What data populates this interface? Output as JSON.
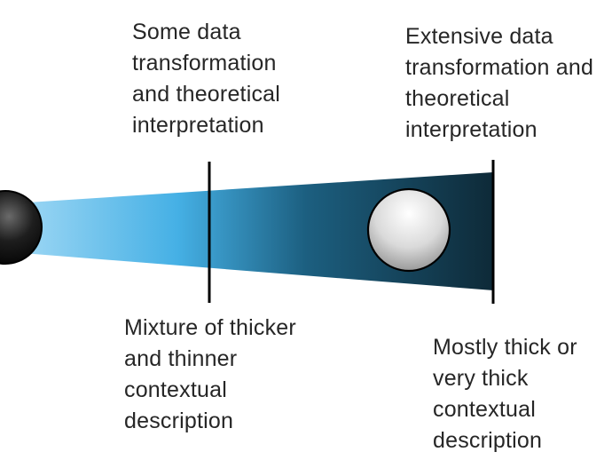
{
  "labels": {
    "top_middle": [
      "Some data",
      "transformation",
      "and theoretical",
      "interpretation"
    ],
    "top_right": [
      "Extensive data",
      "transformation and",
      "theoretical",
      "interpretation"
    ],
    "bottom_middle": [
      "Mixture of thicker",
      "and thinner",
      "contextual",
      "description"
    ],
    "bottom_right": [
      "Mostly thick or",
      "very thick",
      "contextual",
      "description"
    ]
  },
  "colors": {
    "wedge_start": "#a9dcf6",
    "wedge_mid": "#45b0e5",
    "wedge_end": "#0e2a38",
    "divider": "#000000",
    "text": "#262626"
  }
}
